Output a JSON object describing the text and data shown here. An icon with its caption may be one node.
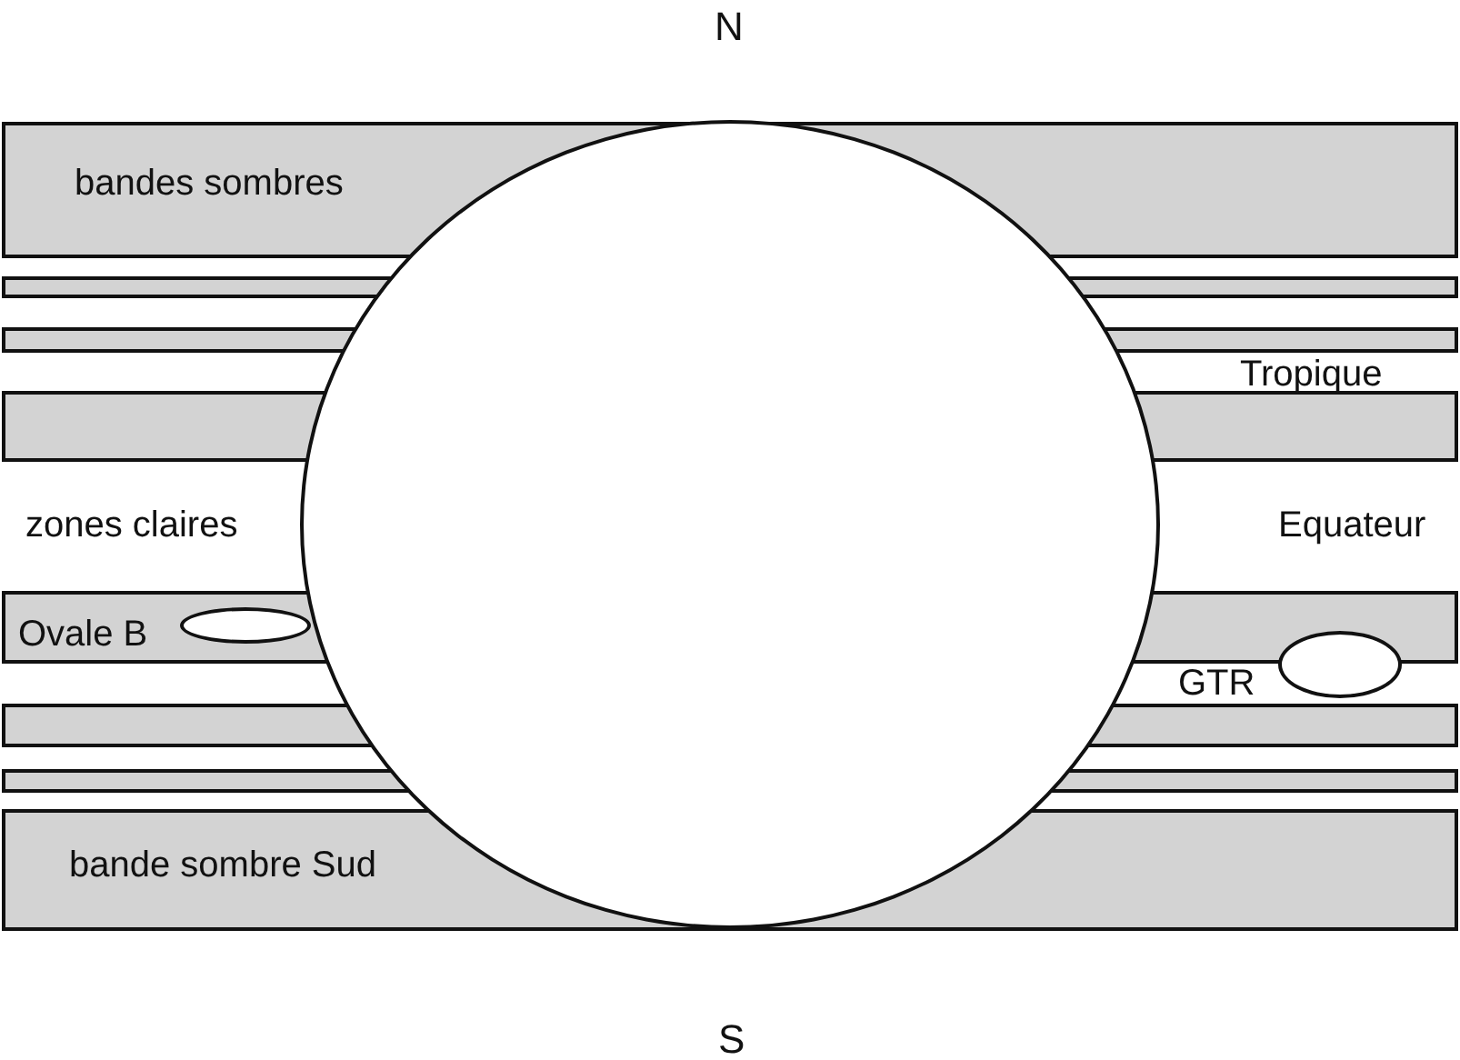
{
  "diagram": {
    "nodes": [
      {
        "text": [
          "bandes sombres"
        ]
      },
      {
        "text": [],
        "shape": "bar"
      },
      {
        "text": [],
        "shape": "bar"
      },
      {
        "text": [],
        "shape": "bar"
      },
      {
        "text": [
          "Ovale B"
        ]
      },
      {
        "text": [],
        "shape": "ellipse",
        "in": 4
      },
      {
        "text": [],
        "shape": "bar"
      },
      {
        "text": [],
        "shape": "ellipse"
      },
      {
        "text": [],
        "shape": "bar"
      },
      {
        "text": [],
        "shape": "bar"
      },
      {
        "text": [
          "bande sombre Sud"
        ]
      },
      {
        "text": [],
        "shape": "circle"
      }
    ],
    "edges": [],
    "labels": [
      "N",
      "Tropique",
      "zones claires",
      "Equateur",
      "GTR",
      "S"
    ]
  }
}
